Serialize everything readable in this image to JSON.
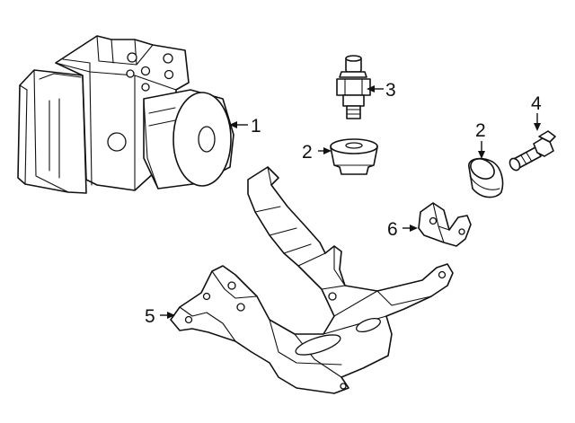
{
  "callouts": {
    "c1": "1",
    "c2a": "2",
    "c2b": "2",
    "c3": "3",
    "c4": "4",
    "c5": "5",
    "c6": "6"
  },
  "colors": {
    "line": "#111111",
    "background": "#ffffff"
  }
}
